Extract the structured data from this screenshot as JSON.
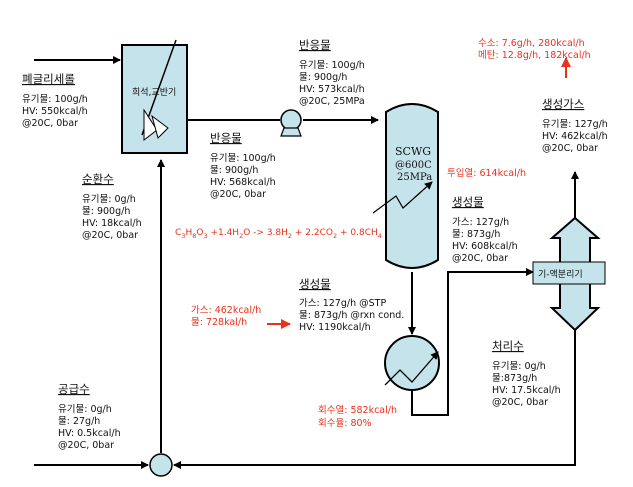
{
  "colors": {
    "line": "#000000",
    "vessel_fill": "#c5e3ea",
    "red": "#e8321e"
  },
  "feed": {
    "title": "폐글리세롤",
    "lines": [
      "유기물: 100g/h",
      "HV: 550kcal/h",
      "@20C, 0bar"
    ]
  },
  "mixer": {
    "label": "희석,교반기"
  },
  "recycle": {
    "title": "순환수",
    "lines": [
      "유기물: 0g/h",
      "물: 900g/h",
      "HV: 18kcal/h",
      "@20C, 0bar"
    ]
  },
  "supply": {
    "title": "공급수",
    "lines": [
      "유기물: 0g/h",
      "물: 27g/h",
      "HV: 0.5kcal/h",
      "@20C, 0bar"
    ]
  },
  "reactant1": {
    "title": "반응물",
    "lines": [
      "유기물: 100g/h",
      "물: 900g/h",
      "HV: 568kcal/h",
      "@20C, 0bar"
    ]
  },
  "reactant2": {
    "title": "반응물",
    "lines": [
      "유기물: 100g/h",
      "물: 900g/h",
      "HV: 573kcal/h",
      "@20C, 25MPa"
    ]
  },
  "reactor": {
    "line1": "SCWG",
    "line2": "@600C",
    "line3": "25MPa"
  },
  "heat_input": {
    "label": "투입열: 614kcal/h"
  },
  "reaction": {
    "equation": "C3H8O3 +1.4H2O -> 3.8H2 + 2.2CO2 + 0.8CH4"
  },
  "product1": {
    "title": "생성물",
    "lines": [
      "가스: 127g/h @STP",
      "물: 873g/h @rxn cond.",
      "HV: 1190kcal/h"
    ]
  },
  "product_red": {
    "lines": [
      "가스: 462kcal/h",
      "물: 728kal/h"
    ]
  },
  "product2": {
    "title": "생성물",
    "lines": [
      "가스: 127g/h",
      "물: 873g/h",
      "HV: 608kcal/h",
      "@20C, 0bar"
    ]
  },
  "separator": {
    "label": "기-액분리기"
  },
  "gas": {
    "title": "생성가스",
    "lines": [
      "유기물: 127g/h",
      "HV: 462kcal/h",
      "@20C, 0bar"
    ]
  },
  "gas_red": {
    "lines": [
      "수소: 7.6g/h, 280kcal/h",
      "메탄: 12.8g/h, 182kcal/h"
    ]
  },
  "treated": {
    "title": "처리수",
    "lines": [
      "유기물: 0g/h",
      "물:873g/h",
      "HV: 17.5kcal/h",
      "@20C, 0bar"
    ]
  },
  "recovery": {
    "lines": [
      "회수열: 582kcal/h",
      "회수율: 80%"
    ]
  }
}
